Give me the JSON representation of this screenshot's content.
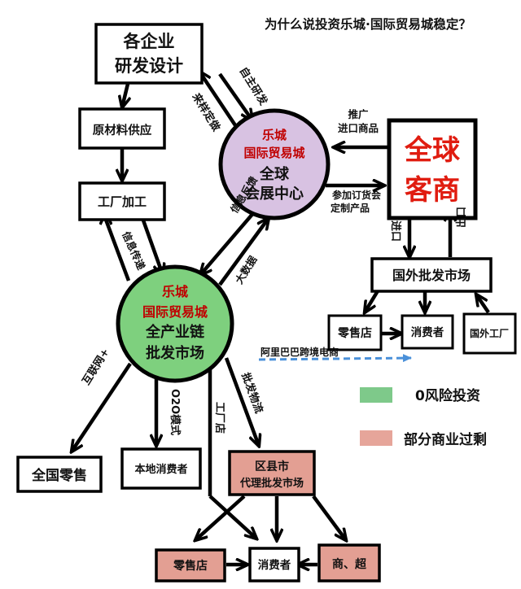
{
  "title": "为什么说投资乐城·国际贸易城稳定？",
  "boxes": {
    "rnd": "各企业 研发设计",
    "materials": "原材料供应",
    "factory": "工厂加工",
    "global_merchants": "全球 客商",
    "foreign_wholesale": "国外批发市场",
    "retail_a": "零售店",
    "consumer_a": "消费者",
    "foreign_factory": "国外工厂",
    "national_retail": "全国零售",
    "local_consumer": "本地消费者",
    "county_agent": "区县市 代理批发市场",
    "retail_b": "零售店",
    "consumer_b": "消费者",
    "supermarket": "商、超"
  },
  "circles": {
    "expo": [
      "乐城",
      "国际贸易城",
      "全球",
      "会展中心"
    ],
    "market": [
      "乐城",
      "国际贸易城",
      "全产业链",
      "批发市场"
    ]
  },
  "labels": {
    "self_rnd": "自主研发",
    "sample_order": "来样定做",
    "promote": "推广 进口商品",
    "fair": "参加订货会 定制产品",
    "import": "进口",
    "export": "出口",
    "info_transfer": "信息传递",
    "info_feedback": "信息反馈",
    "big_data": "大数据",
    "alibaba": "阿里巴巴跨境电商",
    "internet_plus": "互联网+",
    "o2o": "O2O模式",
    "factory_store": "工厂店",
    "wholesale_logistics": "批发物流"
  },
  "legend": [
    {
      "label": "0风险投资",
      "color": "#7ec98a"
    },
    {
      "label": "部分商业过剩",
      "color": "#e6a59a"
    }
  ],
  "colors": {
    "expo_fill": "#d8c2e2",
    "market_fill": "#7ed07e",
    "circle_text_top": "#c00000",
    "circle_text_bottom": "#111111",
    "merchant_text": "#e01c10",
    "pink_fill": "#e39f93",
    "arrow_dashed": "#4a90d9"
  }
}
